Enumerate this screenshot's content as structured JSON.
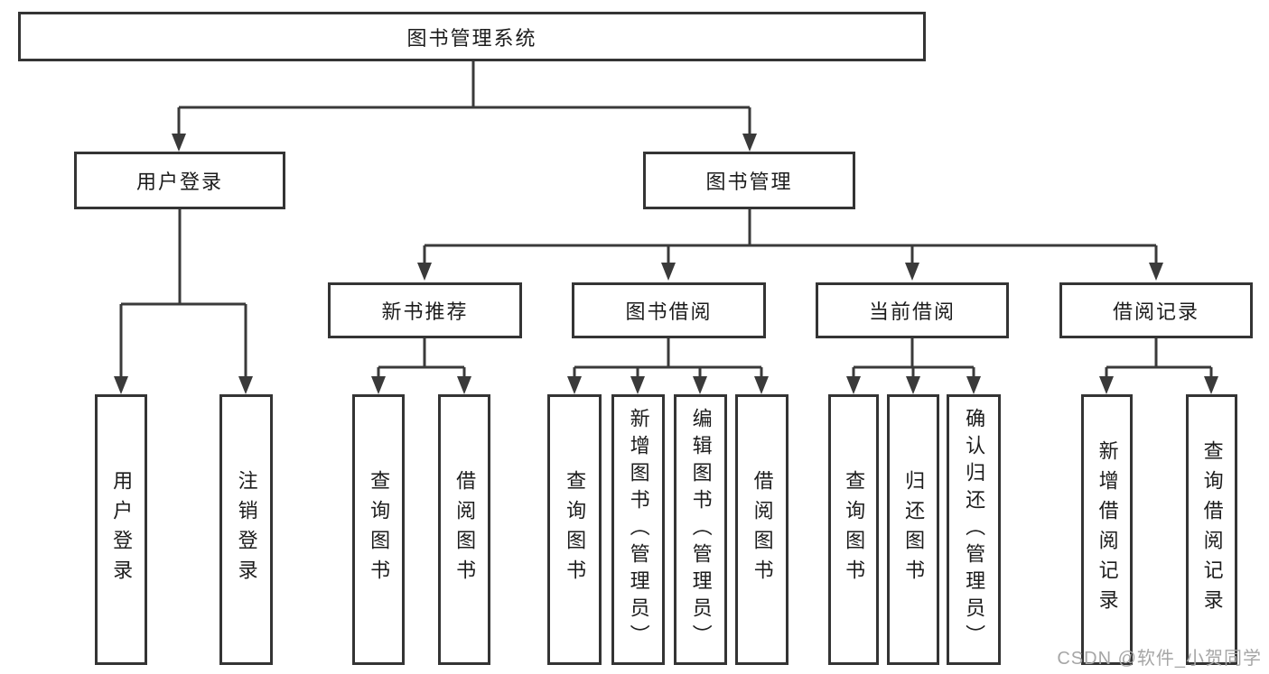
{
  "watermark": "CSDN @软件_小贺同学",
  "nodes": {
    "root": "图书管理系统",
    "user_login": "用户登录",
    "book_mgmt": "图书管理",
    "new_book": "新书推荐",
    "book_borrow": "图书借阅",
    "current_borrow": "当前借阅",
    "borrow_records": "借阅记录",
    "leaf_user_login": "用户登录",
    "leaf_logout": "注销登录",
    "leaf_query_book_a": "查询图书",
    "leaf_borrow_book_a": "借阅图书",
    "leaf_query_book_b": "查询图书",
    "leaf_add_book": "新增图书（管理员）",
    "leaf_edit_book": "编辑图书（管理员）",
    "leaf_borrow_book_b": "借阅图书",
    "leaf_query_book_c": "查询图书",
    "leaf_return_book": "归还图书",
    "leaf_confirm_return": "确认归还（管理员）",
    "leaf_add_record": "新增借阅记录",
    "leaf_query_record": "查询借阅记录"
  }
}
